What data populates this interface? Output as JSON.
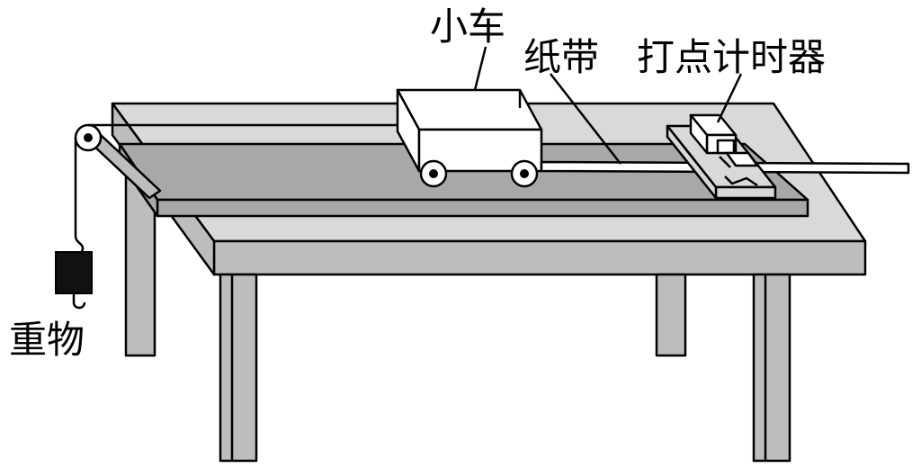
{
  "labels": {
    "cart": "小车",
    "paper_tape": "纸带",
    "timer": "打点计时器",
    "weight": "重物"
  },
  "colors": {
    "table": "#bdbdbd",
    "board": "#a8a8a8",
    "outline": "#000000",
    "weight": "#111111"
  }
}
